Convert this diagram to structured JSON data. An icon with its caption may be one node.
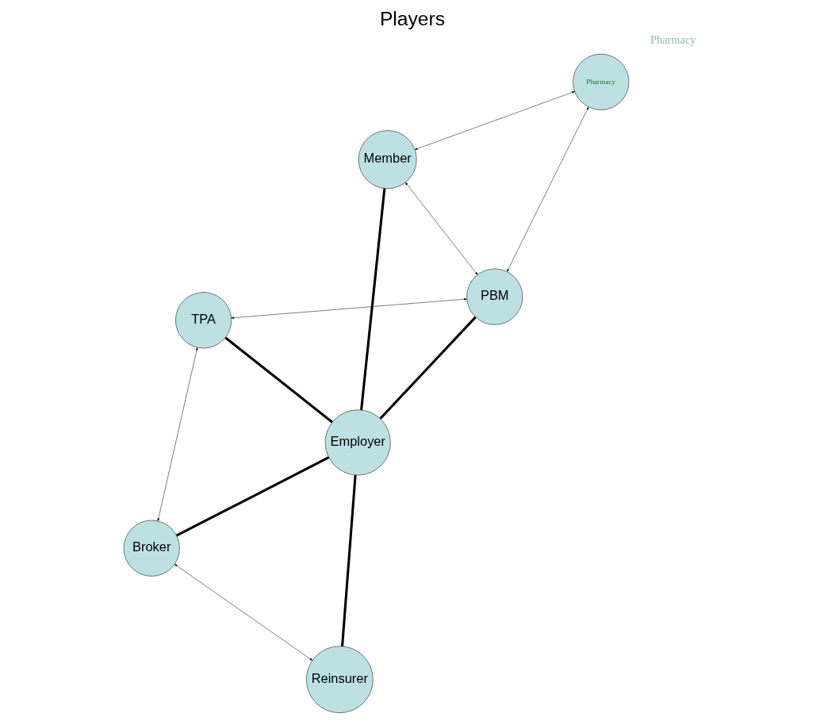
{
  "diagram": {
    "title": "Players",
    "nodes": [
      {
        "text": [
          "Member"
        ]
      },
      {
        "text": [
          "Pharmacy"
        ]
      },
      {
        "text": [
          "Reinsurer"
        ]
      },
      {
        "text": [
          "PBM"
        ]
      },
      {
        "text": [
          "Employer"
        ]
      },
      {
        "text": [
          "Broker"
        ]
      },
      {
        "text": [
          "TPA"
        ]
      }
    ],
    "edges": [
      {
        "from": 0,
        "to": 1,
        "arrow": "both"
      },
      {
        "from": 0,
        "to": 3,
        "arrow": "both"
      },
      {
        "from": 1,
        "to": 3,
        "arrow": "both"
      },
      {
        "from": 0,
        "to": 4,
        "arrow": "none",
        "style": "thick"
      },
      {
        "from": 2,
        "to": 4,
        "arrow": "none",
        "style": "thick"
      },
      {
        "from": 3,
        "to": 4,
        "arrow": "none",
        "style": "thick"
      },
      {
        "from": 4,
        "to": 5,
        "arrow": "none",
        "style": "thick"
      },
      {
        "from": 4,
        "to": 6,
        "arrow": "none",
        "style": "thick"
      },
      {
        "from": 2,
        "to": 5,
        "arrow": "both"
      },
      {
        "from": 5,
        "to": 6,
        "arrow": "both"
      },
      {
        "from": 3,
        "to": 6,
        "arrow": "both"
      }
    ],
    "labels": [
      "Pharmacy"
    ]
  }
}
